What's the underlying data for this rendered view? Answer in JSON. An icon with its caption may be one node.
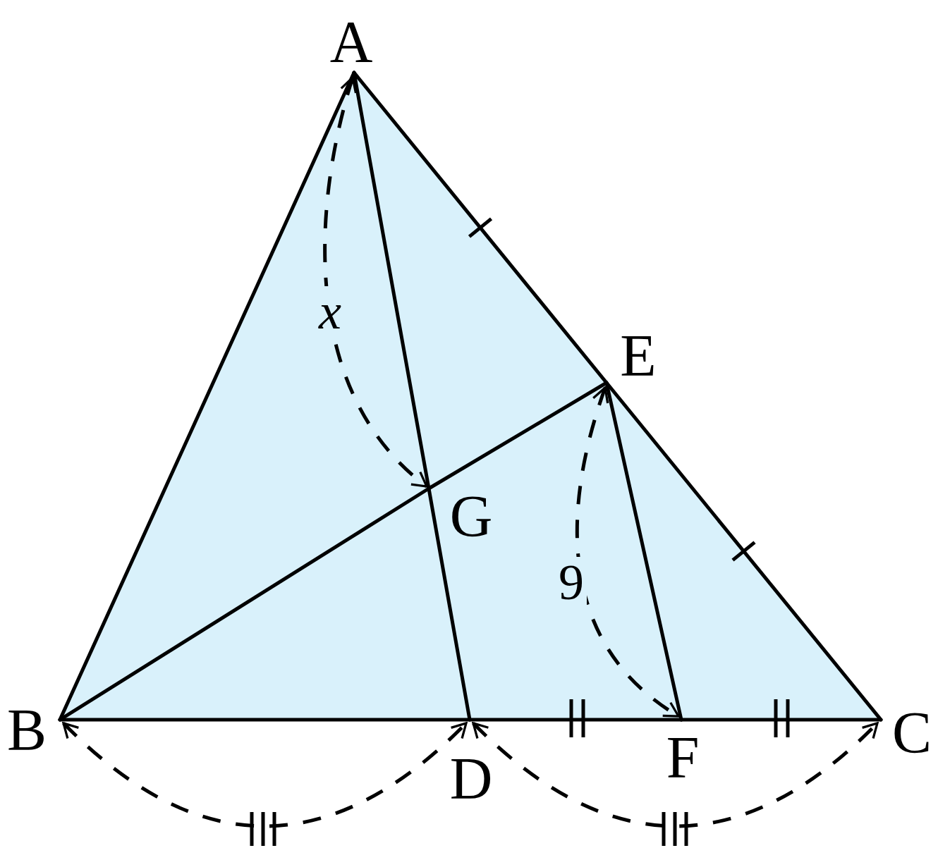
{
  "diagram": {
    "nodes": [
      {
        "text": [
          "A"
        ]
      },
      {
        "text": [
          "B"
        ]
      },
      {
        "text": [
          "C"
        ]
      },
      {
        "text": [
          "D"
        ]
      },
      {
        "text": [
          "E"
        ]
      },
      {
        "text": [
          "F"
        ]
      },
      {
        "text": [
          "G"
        ]
      }
    ],
    "edges": [
      {
        "from": 0,
        "to": 1,
        "arrow": "none"
      },
      {
        "from": 0,
        "to": 4,
        "arrow": "none"
      },
      {
        "from": 4,
        "to": 2,
        "arrow": "none"
      },
      {
        "from": 1,
        "to": 3,
        "arrow": "none"
      },
      {
        "from": 3,
        "to": 5,
        "arrow": "none"
      },
      {
        "from": 5,
        "to": 2,
        "arrow": "none"
      },
      {
        "from": 0,
        "to": 6,
        "arrow": "none"
      },
      {
        "from": 6,
        "to": 3,
        "arrow": "none"
      },
      {
        "from": 1,
        "to": 6,
        "arrow": "none"
      },
      {
        "from": 6,
        "to": 4,
        "arrow": "none"
      },
      {
        "from": 4,
        "to": 5,
        "arrow": "none"
      }
    ],
    "labels": [
      "x",
      "9"
    ]
  }
}
